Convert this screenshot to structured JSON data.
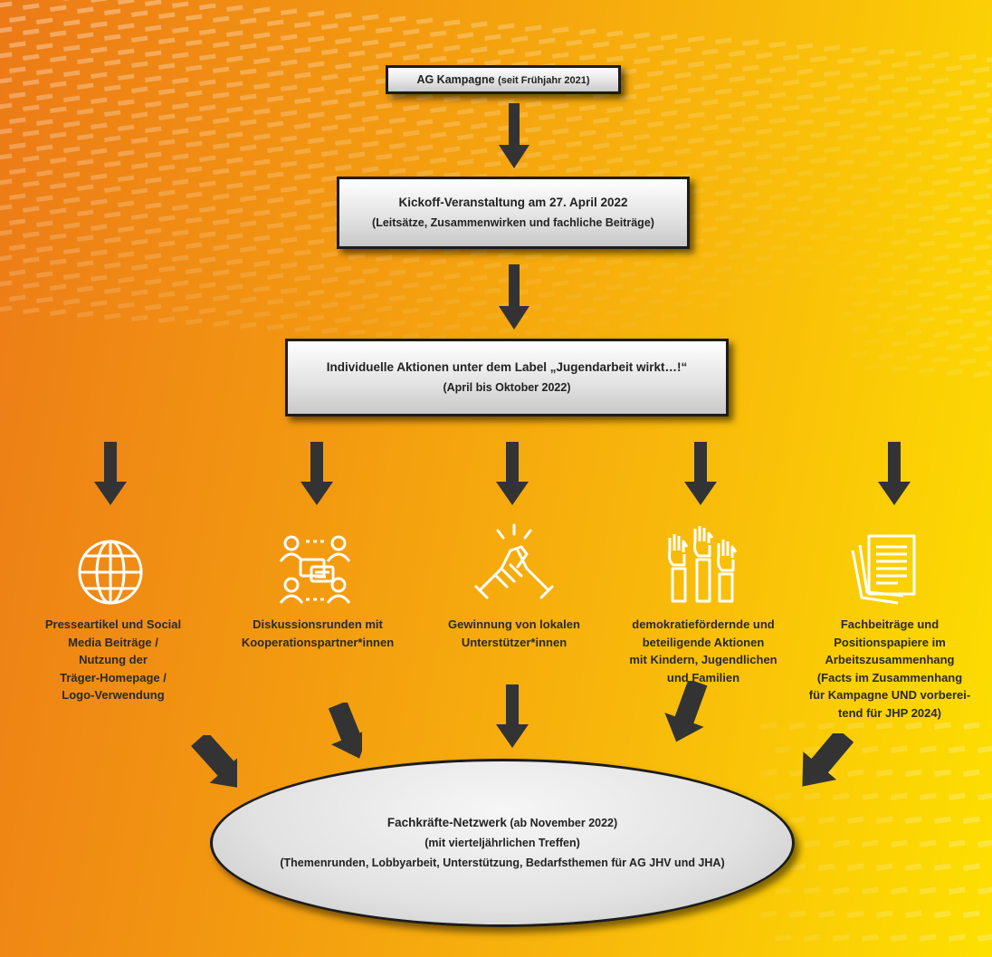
{
  "colors": {
    "background_start": "#ec7a17",
    "background_end": "#fde000",
    "box_border": "#1c1c1c",
    "arrow": "#333333",
    "text": "#222222",
    "icon": "#ffffff"
  },
  "top_box": {
    "title": "AG Kampagne",
    "note": "(seit Frühjahr 2021)"
  },
  "kickoff_box": {
    "line1": "Kickoff-Veranstaltung am 27. April 2022",
    "line2": "(Leitsätze, Zusammenwirken und fachliche Beiträge)"
  },
  "actions_box": {
    "line1": "Individuelle Aktionen unter dem Label „Jugendarbeit wirkt…!“",
    "line2": "(April bis Oktober 2022)"
  },
  "branches": [
    {
      "icon": "globe-icon",
      "lines": [
        "Presseartikel und Social",
        "Media Beiträge /",
        "Nutzung der",
        "Träger-Homepage /",
        "Logo-Verwendung"
      ]
    },
    {
      "icon": "discussion-group-icon",
      "lines": [
        "Diskussionsrunden mit",
        "Kooperationspartner*innen"
      ]
    },
    {
      "icon": "handshake-icon",
      "lines": [
        "Gewinnung von lokalen",
        "Unterstützer*innen"
      ]
    },
    {
      "icon": "raised-hands-icon",
      "lines": [
        "demokratiefördernde und",
        "beteiligende Aktionen",
        "mit Kindern, Jugendlichen",
        "und Familien"
      ]
    },
    {
      "icon": "documents-icon",
      "lines": [
        "Fachbeiträge und",
        "Positionspapiere im",
        "Arbeitszusammenhang",
        "(Facts im Zusammenhang",
        "für Kampagne UND vorberei-",
        "tend für JHP 2024)"
      ]
    }
  ],
  "network_ellipse": {
    "line1_bold": "Fachkräfte-Netzwerk",
    "line1_note": "(ab November 2022)",
    "line2": "(mit vierteljährlichen Treffen)",
    "line3": "(Themenrunden, Lobbyarbeit, Unterstützung, Bedarfsthemen für AG JHV und JHA)"
  }
}
